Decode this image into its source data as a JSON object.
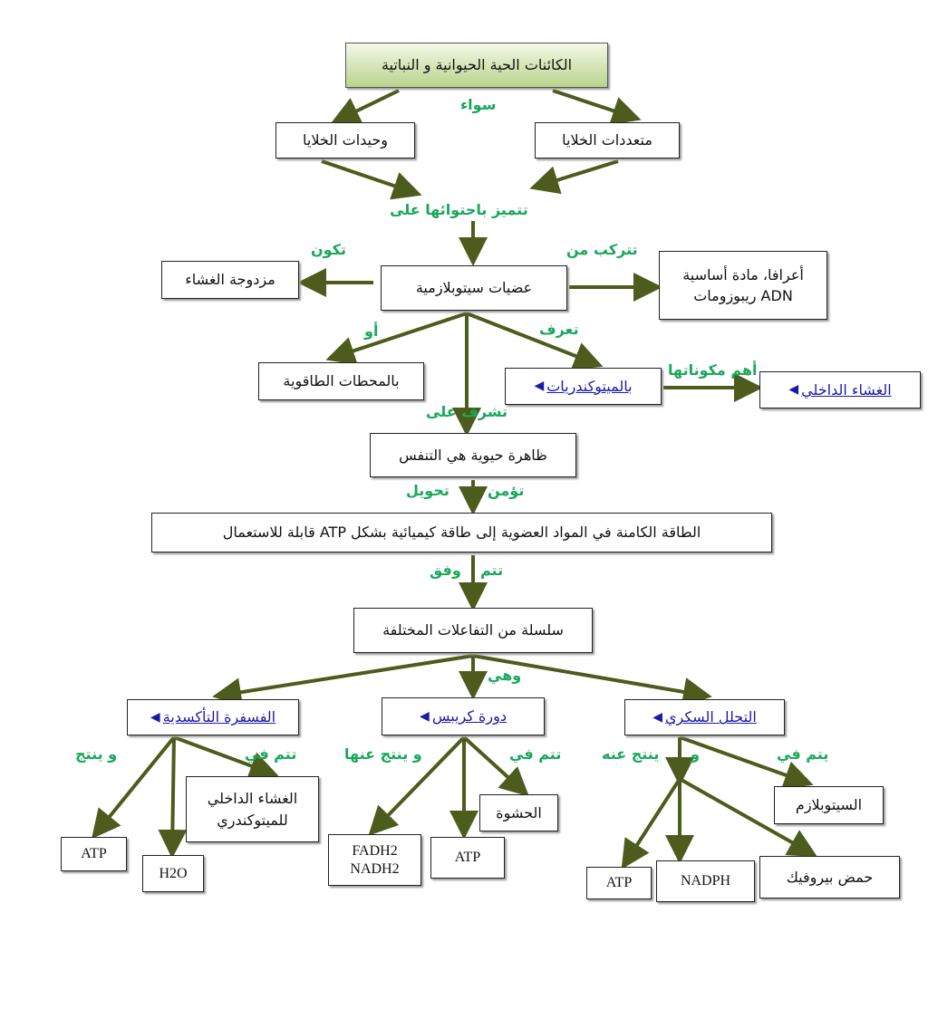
{
  "nodes": {
    "title": "الكائنات الحية الحيوانية و النباتية",
    "multicellular": "متعددات الخلايا",
    "unicellular": "وحيدات الخلايا",
    "organelles": "عضيات سيتوبلازمية",
    "double_membrane": "مزدوجة الغشاء",
    "composition_1": "أعرافا، مادة أساسية",
    "composition_2": "ADN ريبوزومات",
    "energy_stations": "بالمحطات الطاقوية",
    "mitochondria": "بالميتوكندريات",
    "inner_membrane": "الغشاء الداخلي",
    "respiration": "ظاهرة حيوية هي التنفس",
    "energy": "الطاقة الكامنة في المواد العضوية إلى طاقة كيميائية بشكل ATP قابلة للاستعمال",
    "chain": "سلسلة من التفاعلات المختلفة",
    "oxphos": "الفسفرة التأكسدية",
    "krebs": "دورة كريبس",
    "glycolysis": "التحلل السكري",
    "mito_inner_1": "الغشاء الداخلي",
    "mito_inner_2": "للميتوكندري",
    "atp1": "ATP",
    "h2o": "H2O",
    "fadh2": "FADH2",
    "nadh2": "NADH2",
    "atp2": "ATP",
    "matrix": "الحشوة",
    "cytoplasm": "السيتوبلازم",
    "atp3": "ATP",
    "nadph": "NADPH",
    "pyruvic": "حمض بيروفيك"
  },
  "labels": {
    "either": "سواء",
    "characterized": "تتميز باحتوائها على",
    "form": "تكون",
    "composed": "تتركب من",
    "or": "أو",
    "known": "تعرف",
    "components": "أهم مكوناتها",
    "supervise": "تشرف على",
    "ensure": "تؤمن",
    "convert": "تحويل",
    "done": "تتم",
    "according": "وفق",
    "which": "وهي",
    "produce1": "و ينتج",
    "occurs1": "تتم في",
    "produce2": "و ينتج عنها",
    "occurs2": "تتم في",
    "occurs3": "يتم في",
    "and3": "و",
    "produce3": "ينتج عنه"
  },
  "colors": {
    "arrow": "#4d5b1c",
    "label": "#19a85a",
    "link": "#1a1aa8"
  }
}
